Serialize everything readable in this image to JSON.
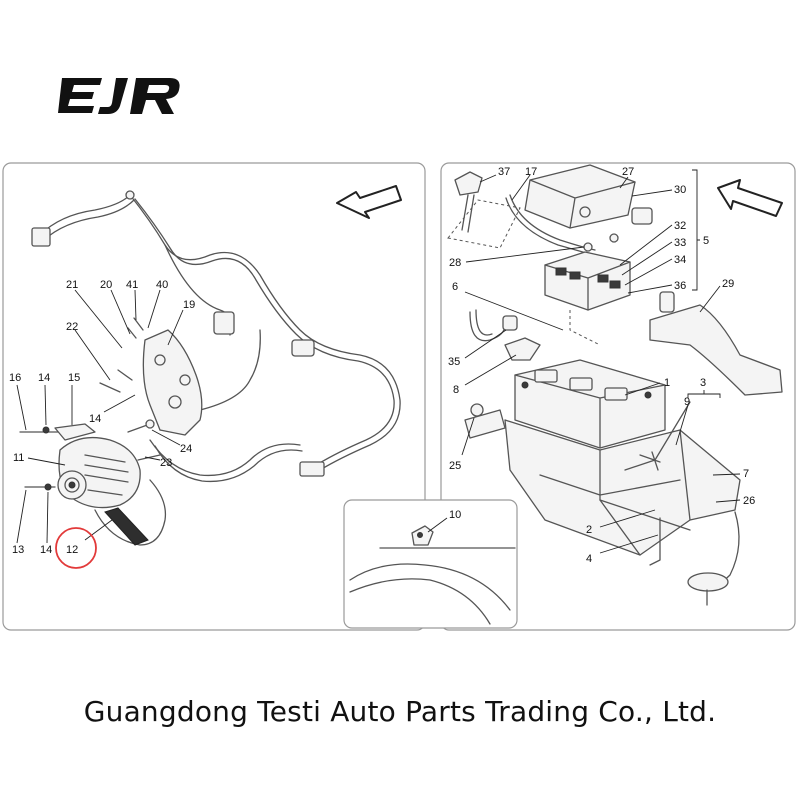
{
  "brand": {
    "logo_text": "EJR"
  },
  "footer": {
    "company_name": "Guangdong Testi Auto Parts Trading Co., Ltd."
  },
  "colors": {
    "highlight": "#e23a3a",
    "line": "#555555",
    "text": "#111111"
  },
  "panels": {
    "alternator": {
      "callouts": [
        "21",
        "20",
        "41",
        "40",
        "19",
        "22",
        "16",
        "14",
        "15",
        "14",
        "24",
        "11",
        "23",
        "13",
        "14",
        "12"
      ],
      "highlighted_callout": "12"
    },
    "battery": {
      "callouts": [
        "37",
        "17",
        "27",
        "30",
        "28",
        "32",
        "33",
        "34",
        "5",
        "6",
        "36",
        "29",
        "35",
        "8",
        "1",
        "3",
        "9",
        "25",
        "7",
        "26",
        "2",
        "4"
      ]
    },
    "sensor": {
      "callouts": [
        "10"
      ]
    }
  }
}
